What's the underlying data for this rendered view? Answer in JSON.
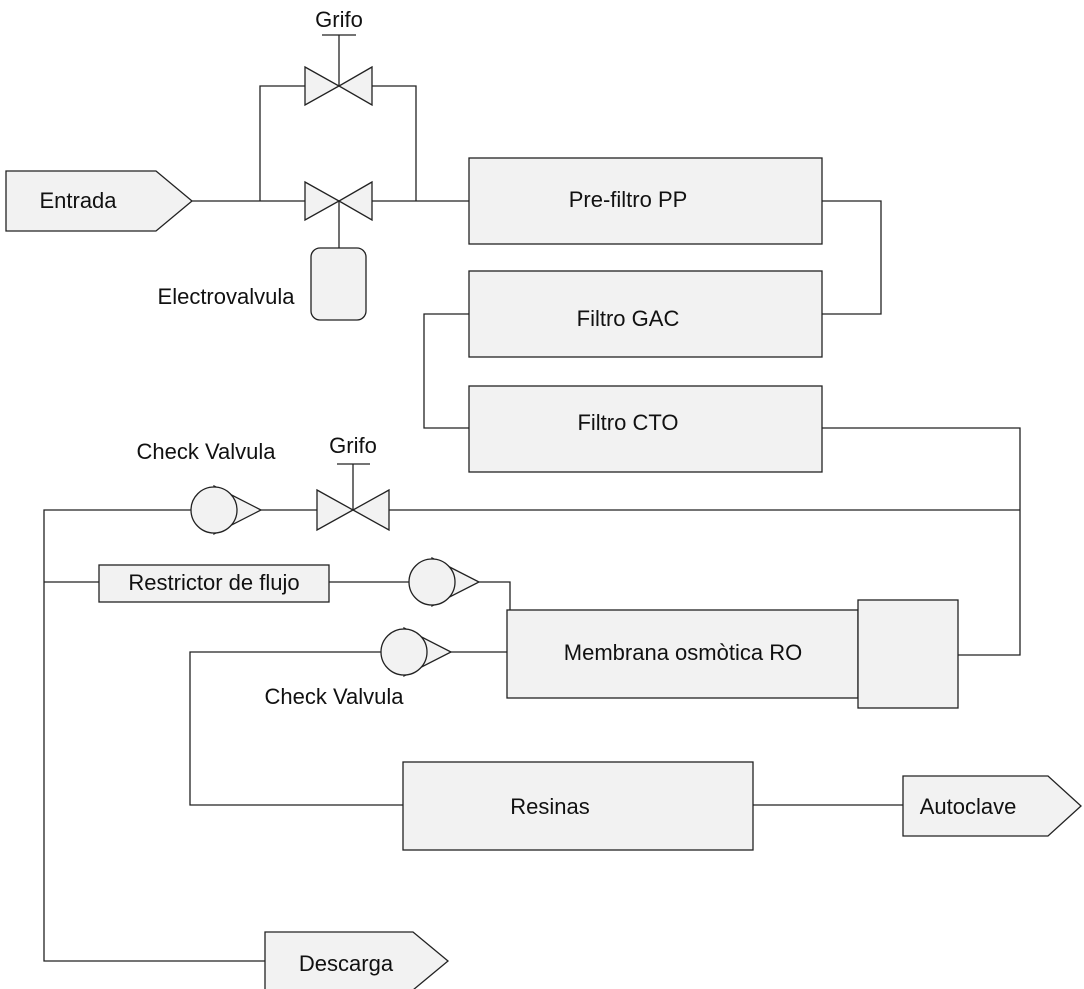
{
  "labels": {
    "entrada": "Entrada",
    "grifo_top": "Grifo",
    "electrovalvula": "Electrovalvula",
    "prefiltro": "Pre-filtro PP",
    "filtro_gac": "Filtro GAC",
    "filtro_cto": "Filtro CTO",
    "check_valvula_top": "Check Valvula",
    "grifo_mid": "Grifo",
    "restrictor": "Restrictor de flujo",
    "membrana": "Membrana osmòtica RO",
    "check_valvula_bottom": "Check Valvula",
    "resinas": "Resinas",
    "autoclave": "Autoclave",
    "descarga": "Descarga"
  },
  "colors": {
    "fill": "#f2f2f2",
    "stroke": "#222222"
  }
}
